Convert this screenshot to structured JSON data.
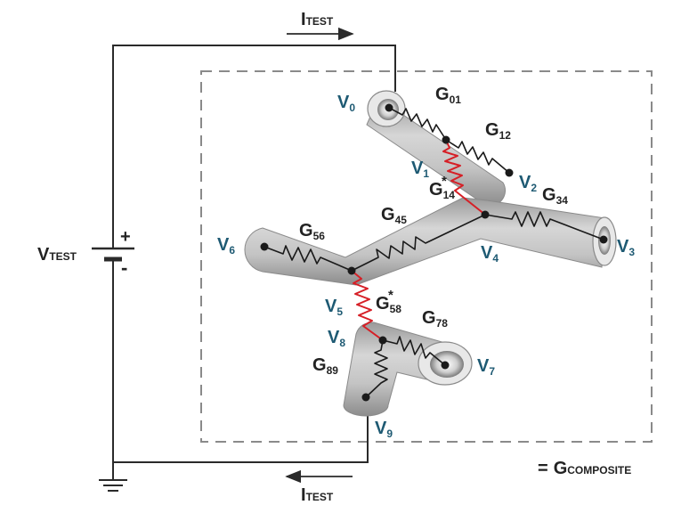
{
  "current": {
    "symbol": "I",
    "subscript": "TEST"
  },
  "voltage_source": {
    "symbol": "V",
    "subscript": "TEST",
    "plus": "+",
    "minus": "-"
  },
  "composite": {
    "equals": "=",
    "symbol": "G",
    "subscript": "COMPOSITE"
  },
  "nodes": {
    "v0": {
      "symbol": "V",
      "sub": "0"
    },
    "v1": {
      "symbol": "V",
      "sub": "1"
    },
    "v2": {
      "symbol": "V",
      "sub": "2"
    },
    "v3": {
      "symbol": "V",
      "sub": "3"
    },
    "v4": {
      "symbol": "V",
      "sub": "4"
    },
    "v5": {
      "symbol": "V",
      "sub": "5"
    },
    "v6": {
      "symbol": "V",
      "sub": "6"
    },
    "v7": {
      "symbol": "V",
      "sub": "7"
    },
    "v8": {
      "symbol": "V",
      "sub": "8"
    },
    "v9": {
      "symbol": "V",
      "sub": "9"
    }
  },
  "conductances": {
    "g01": {
      "symbol": "G",
      "sub": "01"
    },
    "g12": {
      "symbol": "G",
      "sub": "12"
    },
    "g14": {
      "symbol": "G",
      "sub": "14",
      "sup": "*"
    },
    "g34": {
      "symbol": "G",
      "sub": "34"
    },
    "g45": {
      "symbol": "G",
      "sub": "45"
    },
    "g56": {
      "symbol": "G",
      "sub": "56"
    },
    "g58": {
      "symbol": "G",
      "sub": "58",
      "sup": "*"
    },
    "g78": {
      "symbol": "G",
      "sub": "78"
    },
    "g89": {
      "symbol": "G",
      "sub": "89"
    }
  },
  "colors": {
    "wire": "#2a2a2a",
    "tube": "#b7b7b7",
    "dashed_box": "#8a8a8a",
    "contact_resistor": "#d61f26",
    "node_label": "#1e5a73"
  }
}
